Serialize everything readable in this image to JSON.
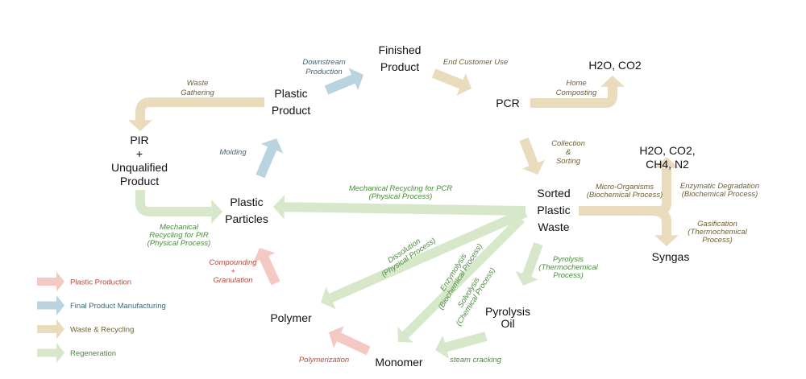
{
  "colors": {
    "plastic_production": "#f4c9c4",
    "final_product_manufacturing": "#b9d3df",
    "waste_recycling": "#e8dcbc",
    "regeneration": "#d6e8c9",
    "text_production": "#b8493d",
    "text_manufacturing": "#3d6577",
    "text_waste": "#6e5e33",
    "text_regeneration": "#4a8a3e"
  },
  "nodes": {
    "finished_product": [
      "Finished",
      "Product"
    ],
    "h2o_co2": [
      "H2O, CO2"
    ],
    "plastic_product": [
      "Plastic",
      "Product"
    ],
    "pcr": [
      "PCR"
    ],
    "pir": [
      "PIR",
      "+",
      "Unqualified",
      "Product"
    ],
    "plastic_particles": [
      "Plastic",
      "Particles"
    ],
    "sorted_plastic_waste": [
      "Sorted",
      "Plastic",
      "Waste"
    ],
    "h2o_co2_ch4_n2": [
      "H2O, CO2,",
      "CH4, N2"
    ],
    "syngas": [
      "Syngas"
    ],
    "pyrolysis_oil": [
      "Pyrolysis",
      "Oil"
    ],
    "polymer": [
      "Polymer"
    ],
    "monomer": [
      "Monomer"
    ]
  },
  "edge_labels": {
    "downstream_production": [
      "Downstream",
      "Production"
    ],
    "end_customer_use": [
      "End Customer Use"
    ],
    "home_composting": [
      "Home",
      "Composting"
    ],
    "waste_gathering": [
      "Waste",
      "Gathering"
    ],
    "collection_sorting": [
      "Collection",
      "&",
      "Sorting"
    ],
    "molding": [
      "Molding"
    ],
    "mech_recycling_pcr": [
      "Mechanical Recycling for PCR",
      "(Physical Process)"
    ],
    "micro_organisms": [
      "Micro-Organisms",
      "(Biochemical Process)"
    ],
    "enzymatic_degradation": [
      "Enzymatic Degradation",
      "(Biochemical Process)"
    ],
    "gasification": [
      "Gasification",
      "(Thermochemical",
      "Process)"
    ],
    "mech_recycling_pir": [
      "Mechanical",
      "Recycling for PIR",
      "(Physical Process)"
    ],
    "dissolution": [
      "Dissolution",
      "(Physical Process)"
    ],
    "enzymolysis": [
      "Enzymolysis",
      "(Biochemical Process)"
    ],
    "solvolysis": [
      "Solvolysis",
      "(Chemical Process)"
    ],
    "pyrolysis": [
      "Pyrolysis",
      "(Thermochemical",
      "Process)"
    ],
    "compounding": [
      "Compounding",
      "+",
      "Granulation"
    ],
    "polymerization": [
      "Polymerization"
    ],
    "steam_cracking": [
      "steam cracking"
    ]
  },
  "legend": [
    {
      "label": "Plastic Production",
      "color": "#f4c9c4",
      "text_color": "#b8493d"
    },
    {
      "label": "Final Product Manufacturing",
      "color": "#b9d3df",
      "text_color": "#3d6577"
    },
    {
      "label": "Waste & Recycling",
      "color": "#e8dcbc",
      "text_color": "#6e5e33"
    },
    {
      "label": "Regeneration",
      "color": "#d6e8c9",
      "text_color": "#4a8a3e"
    }
  ]
}
